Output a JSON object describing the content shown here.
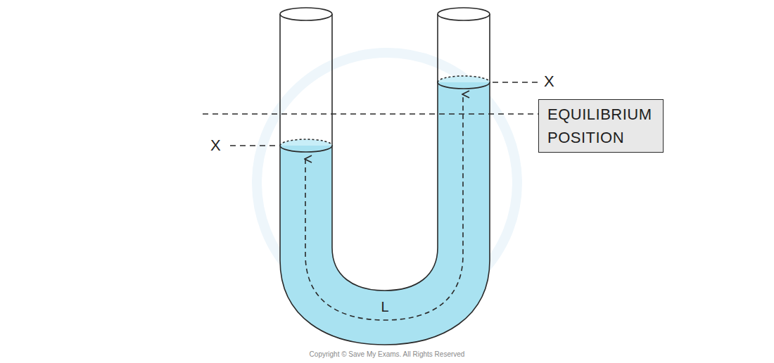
{
  "diagram": {
    "nodes": [
      {
        "text": [
          "EQUILIBRIUM POSITION"
        ]
      }
    ],
    "labels": [
      "X",
      "X",
      "L",
      "Copyright © Save My Exams. All Rights Reserved"
    ]
  }
}
